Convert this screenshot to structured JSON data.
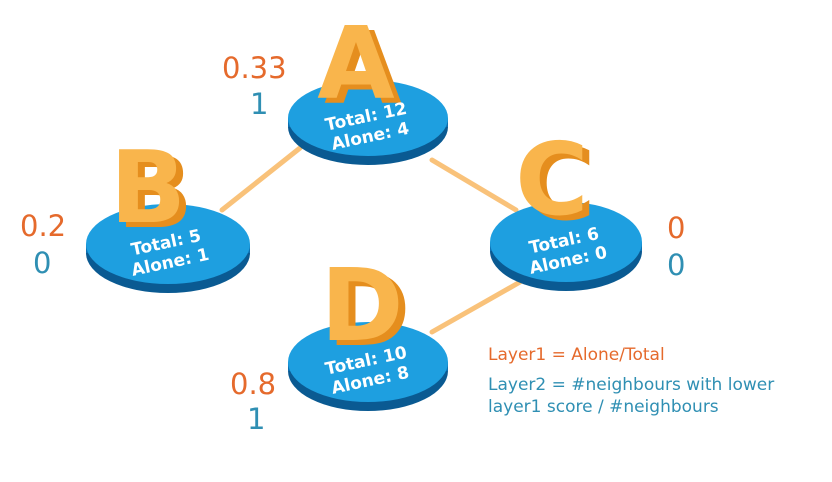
{
  "colors": {
    "disc_top": "#1e9fe0",
    "disc_side": "#0e6fb0",
    "disc_shadow": "#0a5a92",
    "letter_face": "#f9b54c",
    "letter_side": "#e58e1e",
    "edge": "#f9c27a",
    "layer1": "#e56a2c",
    "layer2": "#2f8fb3"
  },
  "nodes": [
    {
      "id": "A",
      "total": "Total: 12",
      "alone": "Alone: 4",
      "layer1": "0.33",
      "layer2": "1"
    },
    {
      "id": "B",
      "total": "Total: 5",
      "alone": "Alone: 1",
      "layer1": "0.2",
      "layer2": "0"
    },
    {
      "id": "C",
      "total": "Total: 6",
      "alone": "Alone: 0",
      "layer1": "0",
      "layer2": "0"
    },
    {
      "id": "D",
      "total": "Total: 10",
      "alone": "Alone: 8",
      "layer1": "0.8",
      "layer2": "1"
    }
  ],
  "edges": [
    [
      "A",
      "B"
    ],
    [
      "A",
      "C"
    ],
    [
      "C",
      "D"
    ]
  ],
  "legend": {
    "layer1_formula": "Layer1 = Alone/Total",
    "layer2_line1": "Layer2 = #neighbours with lower",
    "layer2_line2": "layer1 score / #neighbours"
  }
}
